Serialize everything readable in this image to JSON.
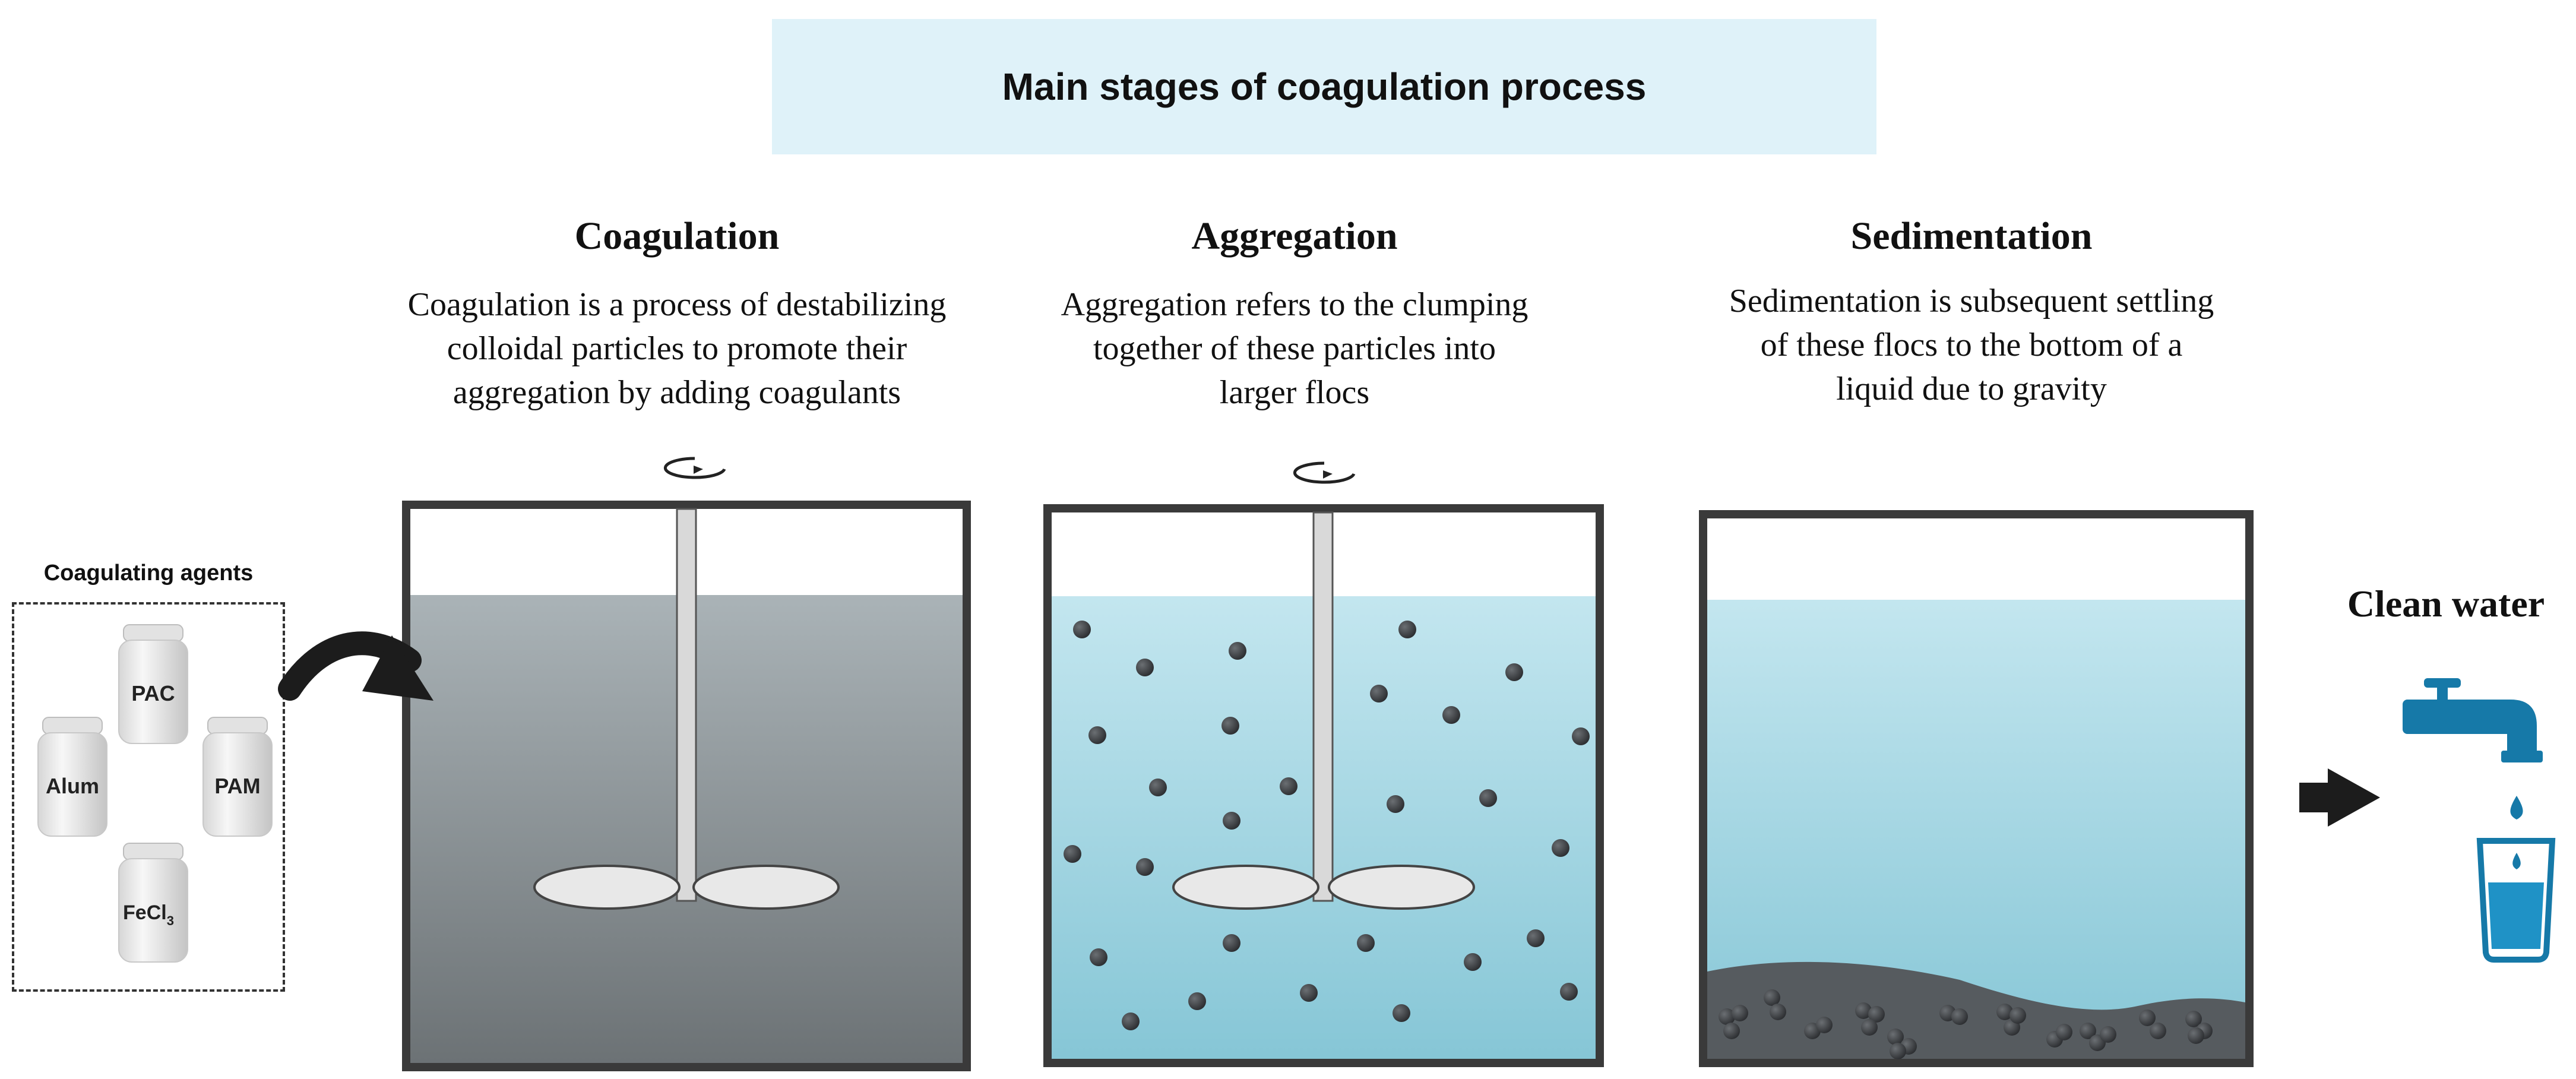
{
  "title": "Main stages of coagulation process",
  "stages": [
    {
      "title": "Coagulation",
      "description": [
        "Coagulation is a process of destabilizing",
        "colloidal particles to promote their",
        "aggregation by adding coagulants"
      ]
    },
    {
      "title": "Aggregation",
      "description": [
        "Aggregation refers to the clumping",
        "together of these particles into",
        "larger flocs"
      ]
    },
    {
      "title": "Sedimentation",
      "description": [
        "Sedimentation is subsequent settling",
        "of these flocs to the bottom of a",
        "liquid due to gravity"
      ]
    }
  ],
  "agents": {
    "label": "Coagulating agents",
    "bottles": [
      "PAC",
      "Alum",
      "PAM",
      "FeCl"
    ],
    "fecl_subscript": "3"
  },
  "clean_water": "Clean water",
  "colors": {
    "title_bg": "#dff2f9",
    "water_top": "#bfe5ee",
    "water_bottom": "#86c6d6",
    "murky_top": "#aab3b7",
    "murky_bottom": "#6c7275",
    "floc": "#3a3d40",
    "faucet": "#1679a8",
    "tank_border": "#3a3a3a"
  }
}
